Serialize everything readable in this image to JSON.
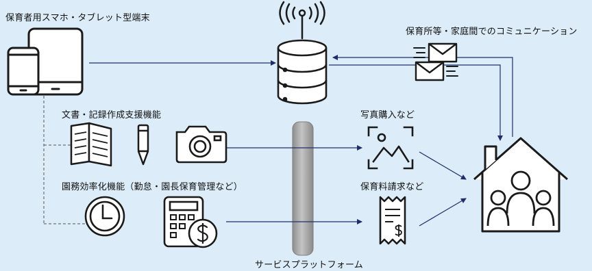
{
  "labels": {
    "devices": "保育者用スマホ・タブレット型端末",
    "communication": "保育所等・家庭間でのコミュニケーション",
    "documents": "文書・記録作成支援機能",
    "photo": "写真購入など",
    "efficiency": "園務効率化機能（勤怠・園長保育管理など）",
    "billing": "保育料請求など",
    "platform": "サービスプラットフォーム"
  },
  "colors": {
    "background": "#dcecf8",
    "icon_stroke": "#1a1a1a",
    "arrow": "#1f2d6b",
    "dashed_line": "#555555",
    "platform_pillar": "#a9a9a9"
  }
}
